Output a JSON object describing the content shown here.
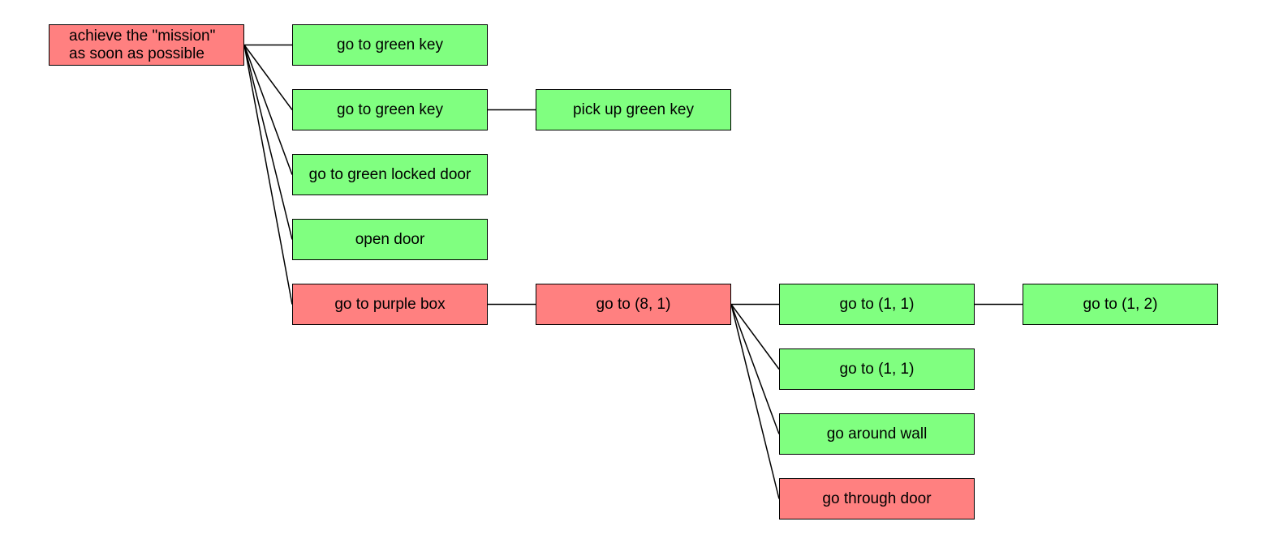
{
  "colors": {
    "failed": "#ff8080",
    "done": "#80ff80",
    "border": "#000000",
    "edge": "#000000"
  },
  "nodes": {
    "root": {
      "line1": "achieve the \"mission\"",
      "line2": "as soon as possible",
      "status": "failed"
    },
    "n1": {
      "label": "go to green key",
      "status": "done"
    },
    "n2": {
      "label": "go to green key",
      "status": "done"
    },
    "n2a": {
      "label": "pick up green key",
      "status": "done"
    },
    "n3": {
      "label": "go to green locked door",
      "status": "done"
    },
    "n4": {
      "label": "open door",
      "status": "done"
    },
    "n5": {
      "label": "go to purple box",
      "status": "failed"
    },
    "n5a": {
      "label": "go to (8, 1)",
      "status": "failed"
    },
    "n5a1": {
      "label": "go to (1, 1)",
      "status": "done"
    },
    "n5a1a": {
      "label": "go to (1, 2)",
      "status": "done"
    },
    "n5a2": {
      "label": "go to (1, 1)",
      "status": "done"
    },
    "n5a3": {
      "label": "go around wall",
      "status": "done"
    },
    "n5a4": {
      "label": "go through door",
      "status": "failed"
    }
  },
  "edges": [
    [
      "root",
      "n1"
    ],
    [
      "root",
      "n2"
    ],
    [
      "root",
      "n3"
    ],
    [
      "root",
      "n4"
    ],
    [
      "root",
      "n5"
    ],
    [
      "n2",
      "n2a"
    ],
    [
      "n5",
      "n5a"
    ],
    [
      "n5a",
      "n5a1"
    ],
    [
      "n5a",
      "n5a2"
    ],
    [
      "n5a",
      "n5a3"
    ],
    [
      "n5a",
      "n5a4"
    ],
    [
      "n5a1",
      "n5a1a"
    ]
  ]
}
